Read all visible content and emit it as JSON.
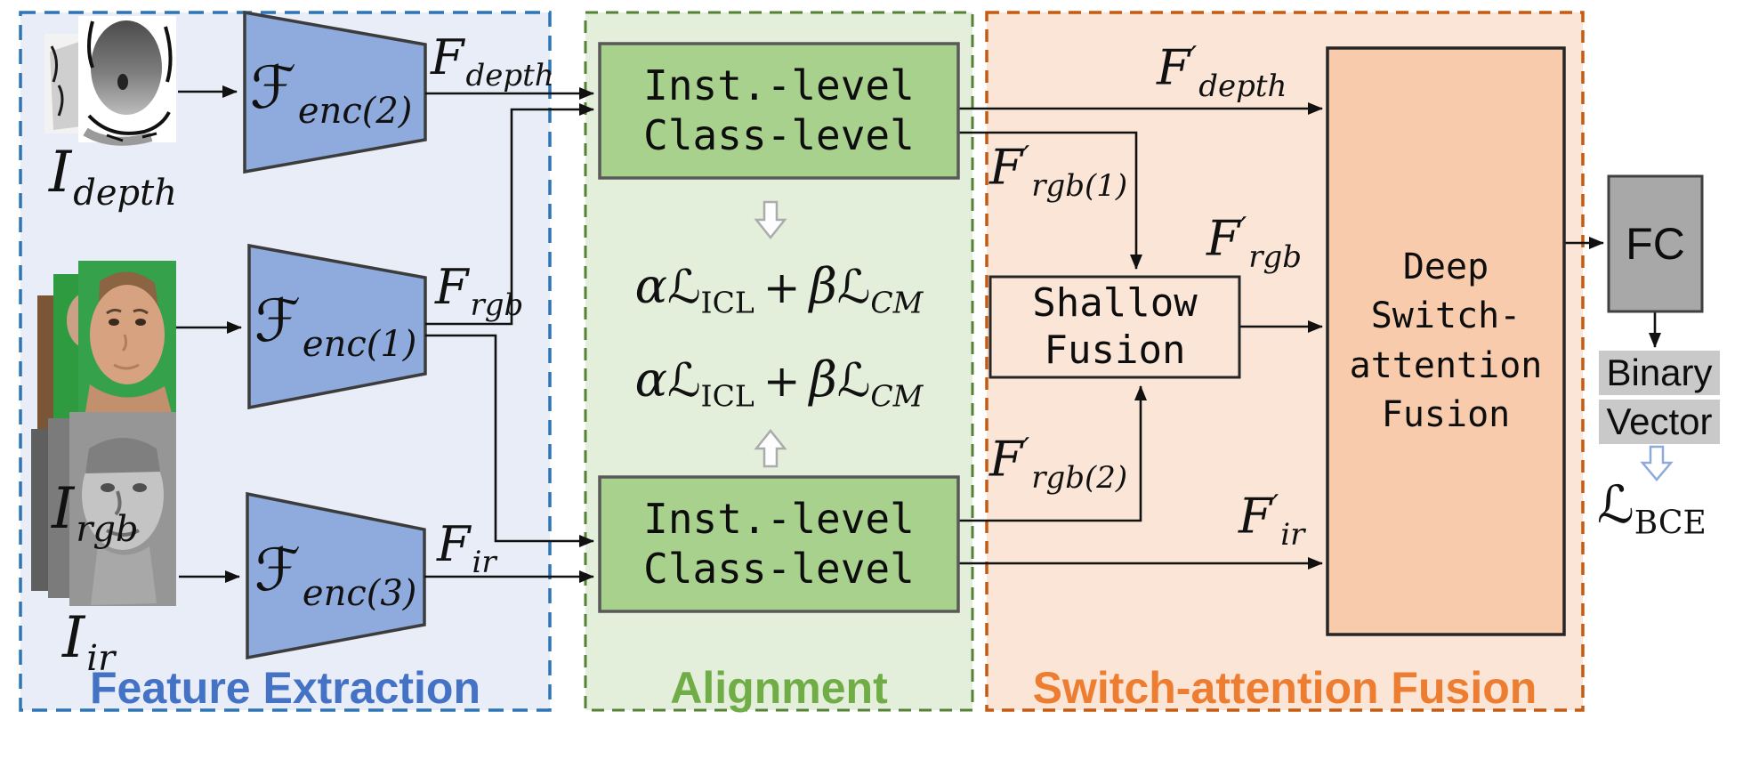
{
  "panels": {
    "feature": {
      "title": "Feature Extraction",
      "color": "#4472C4",
      "border": "#2E75B6",
      "bg": "#E9EDF7"
    },
    "alignment": {
      "title": "Alignment",
      "color": "#70AD47",
      "border": "#548235",
      "bg": "#E3EFDA"
    },
    "switch_fusion": {
      "title": "Switch-attention Fusion",
      "color": "#ED7D31",
      "border": "#C55A11",
      "bg": "#FBE5D6"
    }
  },
  "inputs": {
    "depth": {
      "base": "I",
      "sub": "depth"
    },
    "rgb": {
      "base": "I",
      "sub": "rgb"
    },
    "ir": {
      "base": "I",
      "sub": "ir"
    }
  },
  "encoders": {
    "enc2": {
      "base": "ℱ",
      "sub": "enc(2)"
    },
    "enc1": {
      "base": "ℱ",
      "sub": "enc(1)"
    },
    "enc3": {
      "base": "ℱ",
      "sub": "enc(3)"
    }
  },
  "features": {
    "f_depth": {
      "base": "F",
      "sub": "depth"
    },
    "f_rgb": {
      "base": "F",
      "sub": "rgb"
    },
    "f_ir": {
      "base": "F",
      "sub": "ir"
    },
    "fp_depth": {
      "base": "F",
      "prime": "′",
      "sub": "depth"
    },
    "fp_rgb1": {
      "base": "F",
      "prime": "′",
      "sub": "rgb(1)"
    },
    "fp_rgb2": {
      "base": "F",
      "prime": "′",
      "sub": "rgb(2)"
    },
    "fp_rgb": {
      "base": "F",
      "prime": "′",
      "sub": "rgb"
    },
    "fp_ir": {
      "base": "F",
      "prime": "′",
      "sub": "ir"
    }
  },
  "blocks": {
    "align_top": {
      "line1": "Inst.-level",
      "line2": "Class-level",
      "bg": "#A9D18E"
    },
    "align_bottom": {
      "line1": "Inst.-level",
      "line2": "Class-level",
      "bg": "#A9D18E"
    },
    "shallow_fusion": {
      "line1": "Shallow",
      "line2": "Fusion",
      "bg": "#FBE5D6"
    },
    "deep_fusion": {
      "line1": "Deep",
      "line2": "Switch-",
      "line3": "attention",
      "line4": "Fusion",
      "bg": "#F8CBAD"
    },
    "fc": {
      "label": "FC",
      "bg": "#A8A8A8"
    },
    "binary_vector": {
      "line1": "Binary",
      "line2": "Vector",
      "bg": "#C9C9C9"
    }
  },
  "equations": {
    "alignment_loss": {
      "alpha": "α",
      "script_l1": "ℒ",
      "sub1": "ICL",
      "plus": "+",
      "beta": "β",
      "script_l2": "ℒ",
      "sub2": "CM"
    },
    "bce_loss": {
      "script_l": "ℒ",
      "sub": "BCE"
    }
  },
  "colors": {
    "encoder_fill": "#8FAADC",
    "arrow": "#111111",
    "hollow_arrow_gray": "#ABABAB",
    "hollow_arrow_blue": "#8EAADB"
  }
}
